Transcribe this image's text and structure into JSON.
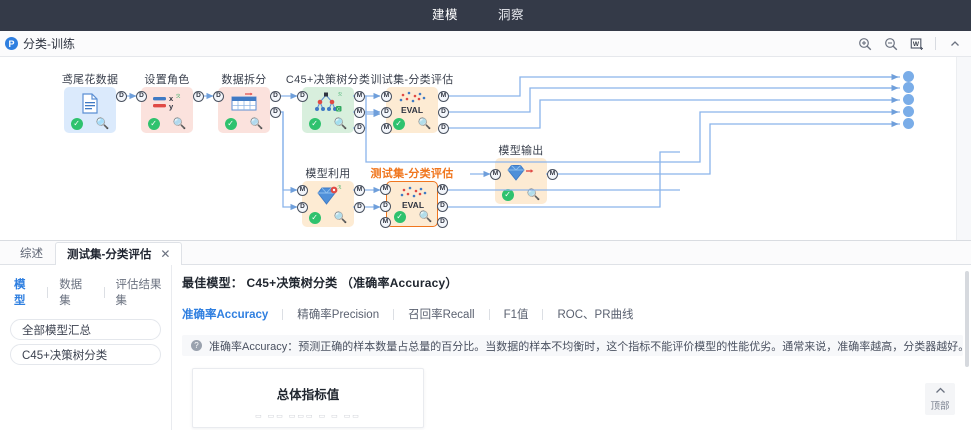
{
  "topnav": {
    "tabs": [
      {
        "label": "建模",
        "active": true
      },
      {
        "label": "洞察",
        "active": false
      }
    ]
  },
  "breadcrumb": {
    "icon": "process-p-icon",
    "icon_letter": "P",
    "title": "分类-训练",
    "tools": [
      {
        "name": "zoom-in-icon",
        "glyph": "⊕"
      },
      {
        "name": "zoom-out-icon",
        "glyph": "⊖"
      },
      {
        "name": "fit-screen-icon",
        "glyph": "W"
      },
      {
        "name": "collapse-panel-icon",
        "glyph": "⌃"
      }
    ]
  },
  "canvas": {
    "nodes": [
      {
        "id": "iris-data",
        "title": "鸢尾花数据",
        "color": "blue",
        "glyph": "📄",
        "status": "ok",
        "selected": false
      },
      {
        "id": "set-role",
        "title": "设置角色",
        "color": "pink",
        "glyph": "xy",
        "status": "ok",
        "selected": false
      },
      {
        "id": "data-split",
        "title": "数据拆分",
        "color": "pink",
        "glyph": "⌸",
        "status": "ok",
        "selected": false
      },
      {
        "id": "c45-tree",
        "title": "C45+决策树分类",
        "color": "green",
        "glyph": "🌿",
        "status": "ok",
        "selected": false
      },
      {
        "id": "train-eval",
        "title": "训试集-分类评估",
        "color": "orange",
        "glyph": "EVAL",
        "status": "ok",
        "selected": false
      },
      {
        "id": "model-apply",
        "title": "模型利用",
        "color": "orange",
        "glyph": "💎",
        "status": "ok",
        "selected": false
      },
      {
        "id": "test-eval",
        "title": "测试集-分类评估",
        "color": "orange",
        "glyph": "EVAL",
        "status": "ok",
        "selected": true
      },
      {
        "id": "model-output",
        "title": "模型输出",
        "color": "orange",
        "glyph": "💎",
        "status": "ok",
        "selected": false
      }
    ],
    "port_labels": {
      "data": "D",
      "model": "M"
    },
    "endpoint_count": 5,
    "colors": {
      "node_blue": "#dbeafc",
      "node_pink": "#fbe2dd",
      "node_green": "#d8efdd",
      "node_orange": "#fdebd3",
      "selected_border": "#f0761e",
      "wire": "#8ab4ea",
      "status_ok": "#2fc26e"
    }
  },
  "bottom_panel": {
    "tabs": [
      {
        "label": "综述",
        "active": false,
        "closable": false
      },
      {
        "label": "测试集-分类评估",
        "active": true,
        "closable": true,
        "close_glyph": "✕"
      }
    ],
    "subtabs": [
      {
        "label": "模型",
        "active": true
      },
      {
        "label": "数据集",
        "active": false
      },
      {
        "label": "评估结果集",
        "active": false
      }
    ],
    "model_list": [
      {
        "label": "全部模型汇总",
        "selected": false
      },
      {
        "label": "C45+决策树分类",
        "selected": false
      }
    ],
    "best_model": "最佳模型： C45+决策树分类 （准确率Accuracy）",
    "metric_tabs": [
      {
        "label": "准确率Accuracy",
        "active": true
      },
      {
        "label": "精确率Precision",
        "active": false
      },
      {
        "label": "召回率Recall",
        "active": false
      },
      {
        "label": "F1值",
        "active": false
      },
      {
        "label": "ROC、PR曲线",
        "active": false
      }
    ],
    "info_text": "准确率Accuracy：预测正确的样本数量占总量的百分比。当数据的样本不均衡时，这个指标不能评价模型的性能优劣。通常来说，准确率越高，分类器越好。",
    "card": {
      "title": "总体指标值",
      "subtitle": ""
    },
    "to_top": {
      "label": "顶部",
      "chevron": "⌃"
    }
  },
  "theme": {
    "nav_bg": "#343a48",
    "accent_blue": "#2f7fe0",
    "accent_orange": "#f0761e",
    "panel_bg": "#ffffff"
  }
}
